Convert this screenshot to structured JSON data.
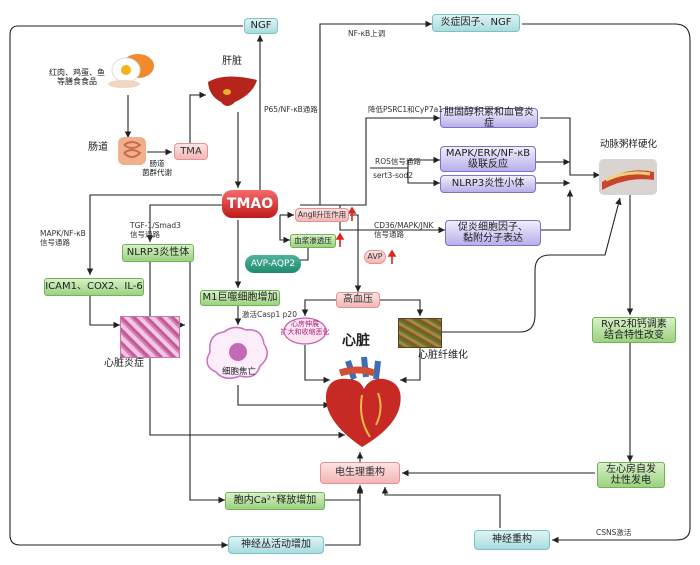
{
  "nodes": {
    "ngf": "NGF",
    "inflam_ngf": "炎症因子、NGF",
    "food": "红肉、鸡蛋、鱼\n等膳食食品",
    "liver": "肝脏",
    "gut": "肠道",
    "tma": "TMA",
    "gut_flora": "肠道\n菌群代谢",
    "tmao": "TMAO",
    "chol": "胆固醇积累和血管炎症",
    "mapk": "MAPK/ERK/NF-κB\n级联反应",
    "nlrp3_small": "NLRP3炎性小体",
    "cytokine": "促炎细胞因子、\n黏附分子表达",
    "athero": "动脉粥样硬化",
    "ang2": "AngⅡ升压作用",
    "plasma": "血浆渗透压",
    "avp_aqp2": "AVP-AQP2",
    "avp": "AVP",
    "nlrp3_body": "NLRP3炎性体",
    "icam": "ICAM1、COX2、IL-6",
    "m1": "M1巨噬细胞增加",
    "pyro": "细胞焦亡",
    "htn": "高血压",
    "atrial_stretch": "心房伸展\n扩大和收缩恶化",
    "heart_label": "心脏",
    "fibrosis": "心脏纤维化",
    "inflam_heart": "心脏炎症",
    "ryr2": "RyR2和钙调素\n结合特性改变",
    "la_focus": "左心房自发\n灶性发电",
    "electro": "电生理重构",
    "ca_release": "胞内Ca²⁺释放增加",
    "neural_inc": "神经丛活动增加",
    "neural_rem": "神经重构"
  },
  "labels": {
    "p65": "P65/NF-κB通路",
    "nfkb_up": "NF-κB上调",
    "psrc": "降低PSRC1和CyP7a1",
    "ros": "ROS信号通路",
    "sert": "sert3-sod2",
    "cd36": "CD36/MAPK/JNK\n信号通路",
    "tgf": "TGF-1/Smad3\n信号通路",
    "mapk_nf": "MAPK/NF-κB\n信号通路",
    "casp": "激活Casp1 p20",
    "csns": "CSNS激活"
  }
}
